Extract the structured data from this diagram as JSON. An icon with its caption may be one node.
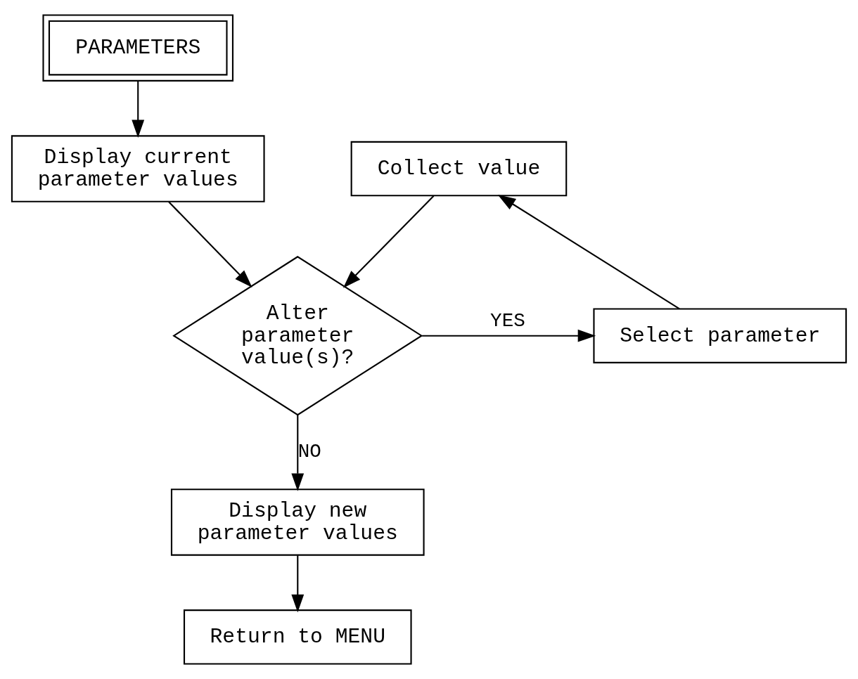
{
  "diagram": {
    "nodes": [
      {
        "text": [
          "PARAMETERS"
        ]
      },
      {
        "text": [
          "Display current parameter values"
        ]
      },
      {
        "text": [
          "Alter parameter value(s)?"
        ]
      },
      {
        "text": [
          "Select parameter"
        ]
      },
      {
        "text": [
          "Collect value"
        ]
      },
      {
        "text": [
          "Display new parameter values"
        ]
      },
      {
        "text": [
          "Return to MENU"
        ]
      }
    ],
    "edges": [
      {
        "from": 0,
        "to": 1,
        "arrow": "to"
      },
      {
        "from": 1,
        "to": 2,
        "arrow": "to"
      },
      {
        "from": 2,
        "to": 3,
        "arrow": "to",
        "label": "YES"
      },
      {
        "from": 3,
        "to": 4,
        "arrow": "to"
      },
      {
        "from": 4,
        "to": 2,
        "arrow": "to"
      },
      {
        "from": 2,
        "to": 5,
        "arrow": "to",
        "label": "NO"
      },
      {
        "from": 5,
        "to": 6,
        "arrow": "to"
      }
    ]
  }
}
